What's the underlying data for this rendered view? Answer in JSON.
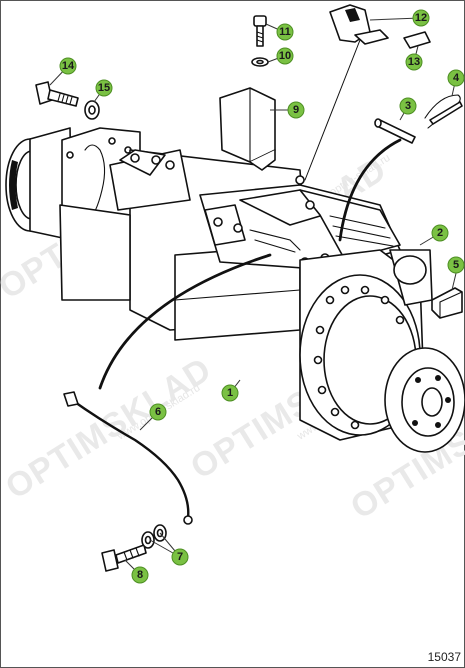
{
  "diagram": {
    "reference_number": "15037",
    "watermark": {
      "brand": "OPTIMSKLAD",
      "url": "www.optim-sklad.ru"
    },
    "callout_color": "#7ac143",
    "callouts": [
      {
        "id": "c1",
        "label": "1"
      },
      {
        "id": "c2",
        "label": "2"
      },
      {
        "id": "c3",
        "label": "3"
      },
      {
        "id": "c4",
        "label": "4"
      },
      {
        "id": "c5",
        "label": "5"
      },
      {
        "id": "c6",
        "label": "6"
      },
      {
        "id": "c7",
        "label": "7"
      },
      {
        "id": "c8",
        "label": "8"
      },
      {
        "id": "c9",
        "label": "9"
      },
      {
        "id": "c10",
        "label": "10"
      },
      {
        "id": "c11",
        "label": "11"
      },
      {
        "id": "c12",
        "label": "12"
      },
      {
        "id": "c13",
        "label": "13"
      },
      {
        "id": "c14",
        "label": "14"
      },
      {
        "id": "c15",
        "label": "15"
      }
    ]
  }
}
